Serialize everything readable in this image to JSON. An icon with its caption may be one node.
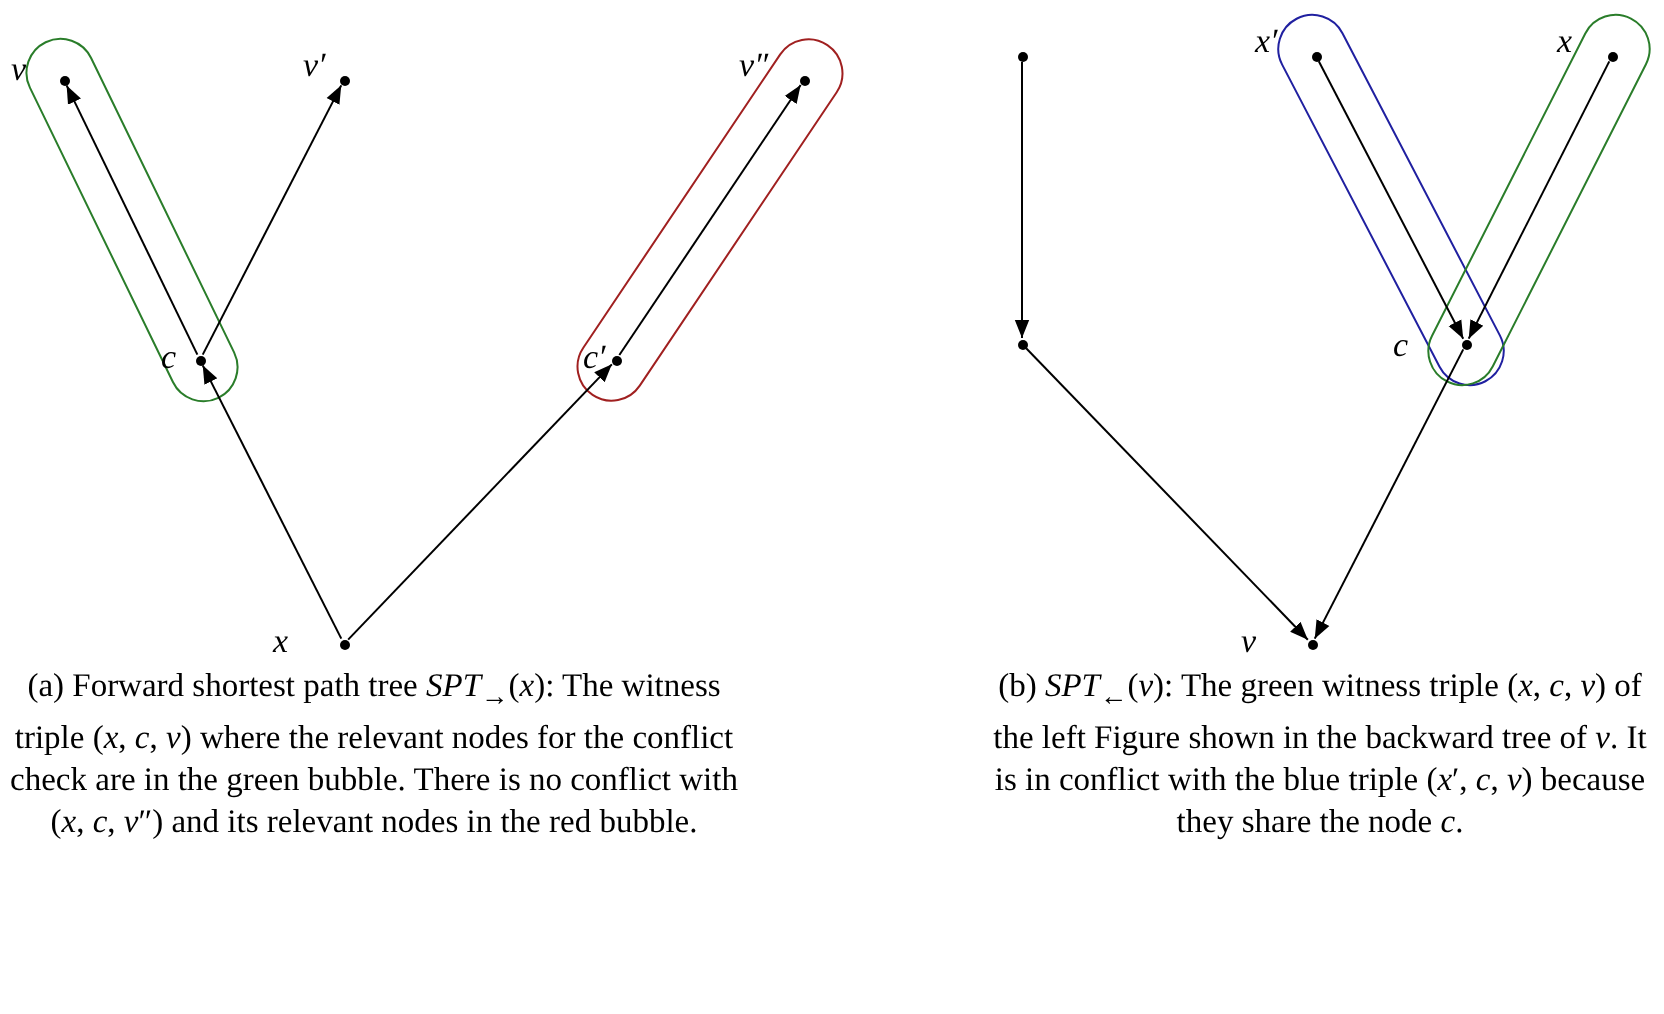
{
  "diagram": {
    "nodes": [
      {
        "text": [
          "v"
        ]
      },
      {
        "text": [
          "v′"
        ]
      },
      {
        "text": [
          "v″"
        ]
      },
      {
        "text": [
          "c"
        ]
      },
      {
        "text": [
          "c′"
        ]
      },
      {
        "text": [
          "x"
        ]
      },
      {
        "text": [],
        "shape": "circle"
      },
      {
        "text": [],
        "shape": "circle"
      },
      {
        "text": [
          "x′"
        ]
      },
      {
        "text": [
          "x"
        ]
      },
      {
        "text": [
          "c"
        ]
      },
      {
        "text": [
          "v"
        ]
      }
    ],
    "edges": [
      {
        "from": 5,
        "to": 3,
        "arrow": "to"
      },
      {
        "from": 3,
        "to": 0,
        "arrow": "to"
      },
      {
        "from": 3,
        "to": 1,
        "arrow": "to"
      },
      {
        "from": 5,
        "to": 4,
        "arrow": "to"
      },
      {
        "from": 4,
        "to": 2,
        "arrow": "to"
      },
      {
        "from": 6,
        "to": 7,
        "arrow": "to"
      },
      {
        "from": 7,
        "to": 11,
        "arrow": "to"
      },
      {
        "from": 8,
        "to": 10,
        "arrow": "to"
      },
      {
        "from": 9,
        "to": 10,
        "arrow": "to"
      },
      {
        "from": 10,
        "to": 11,
        "arrow": "to"
      }
    ],
    "labels": [
      "(a)  Forward shortest path tree *SPT*$_{→}$(*x*): The witness triple (*x*, *c*, *v*) where the relevant nodes for the conflict check are in the green bubble. There is no conflict with (*x*, *c*, *v*″) and its relevant nodes in the red bubble.",
      "(b)  *SPT*$_{←}$(*v*): The green witness triple (*x*, *c*, *v*) of the left Figure shown in the backward tree of *v*. It is in conflict with the blue triple (*x*′, *c*, *v*) because they share the node *c*."
    ]
  }
}
